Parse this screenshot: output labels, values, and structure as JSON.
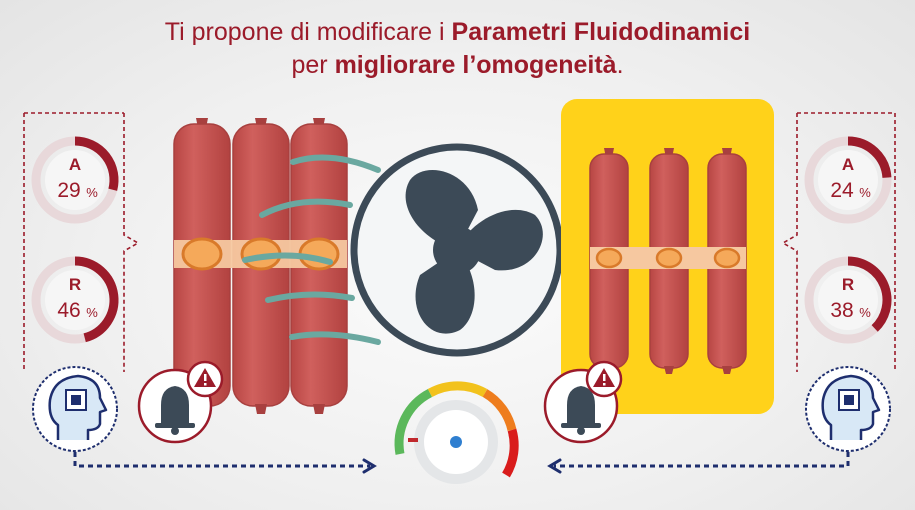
{
  "header": {
    "line1_prefix": "Ti propone di modificare i ",
    "line1_bold": "Parametri Fluidodinamici",
    "line2_prefix": "per ",
    "line2_bold": "migliorare l’omogeneità",
    "line2_suffix": "."
  },
  "left_panel": {
    "metrics": [
      {
        "label": "A",
        "value": "29",
        "unit": "%",
        "fraction": 0.29
      },
      {
        "label": "R",
        "value": "46",
        "unit": "%",
        "fraction": 0.46
      }
    ]
  },
  "right_panel": {
    "metrics": [
      {
        "label": "A",
        "value": "24",
        "unit": "%",
        "fraction": 0.24
      },
      {
        "label": "R",
        "value": "38",
        "unit": "%",
        "fraction": 0.38
      }
    ]
  },
  "colors": {
    "title": "#9b1b2a",
    "salami": "#cc5a58",
    "salami_dark": "#a8403f",
    "fan": "#3c4a57",
    "highlight": "#ffd21a",
    "air": "#6aa8a0",
    "arrow": "#1e2e6e"
  },
  "icons": {
    "alarm": "bell-icon",
    "warning": "warning-icon",
    "ai_head": "ai-head-icon",
    "fan": "fan-icon",
    "dial": "dial-gauge-icon"
  }
}
